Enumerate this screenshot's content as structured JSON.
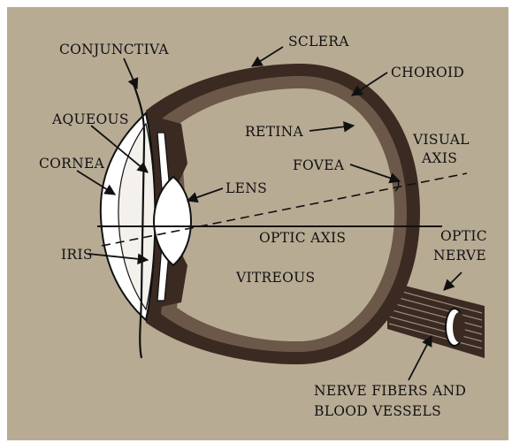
{
  "labels": {
    "conjunctiva": "CONJUNCTIVA",
    "sclera": "SCLERA",
    "choroid": "CHOROID",
    "aqueous": "AQUEOUS",
    "retina": "RETINA",
    "visual_axis_line1": "VISUAL",
    "visual_axis_line2": "AXIS",
    "cornea": "CORNEA",
    "fovea": "FOVEA",
    "lens": "LENS",
    "optic_axis": "OPTIC AXIS",
    "iris": "IRIS",
    "optic_nerve_line1": "OPTIC",
    "optic_nerve_line2": "NERVE",
    "vitreous": "VITREOUS",
    "nerve_fibers_line1": "NERVE FIBERS AND",
    "nerve_fibers_line2": "BLOOD VESSELS"
  },
  "colors": {
    "background": "#b8ab94",
    "sclera": "#3a2a22",
    "choroid": "#6b5848",
    "cornea": "#ffffff",
    "lens": "#ffffff",
    "line": "#111111"
  }
}
